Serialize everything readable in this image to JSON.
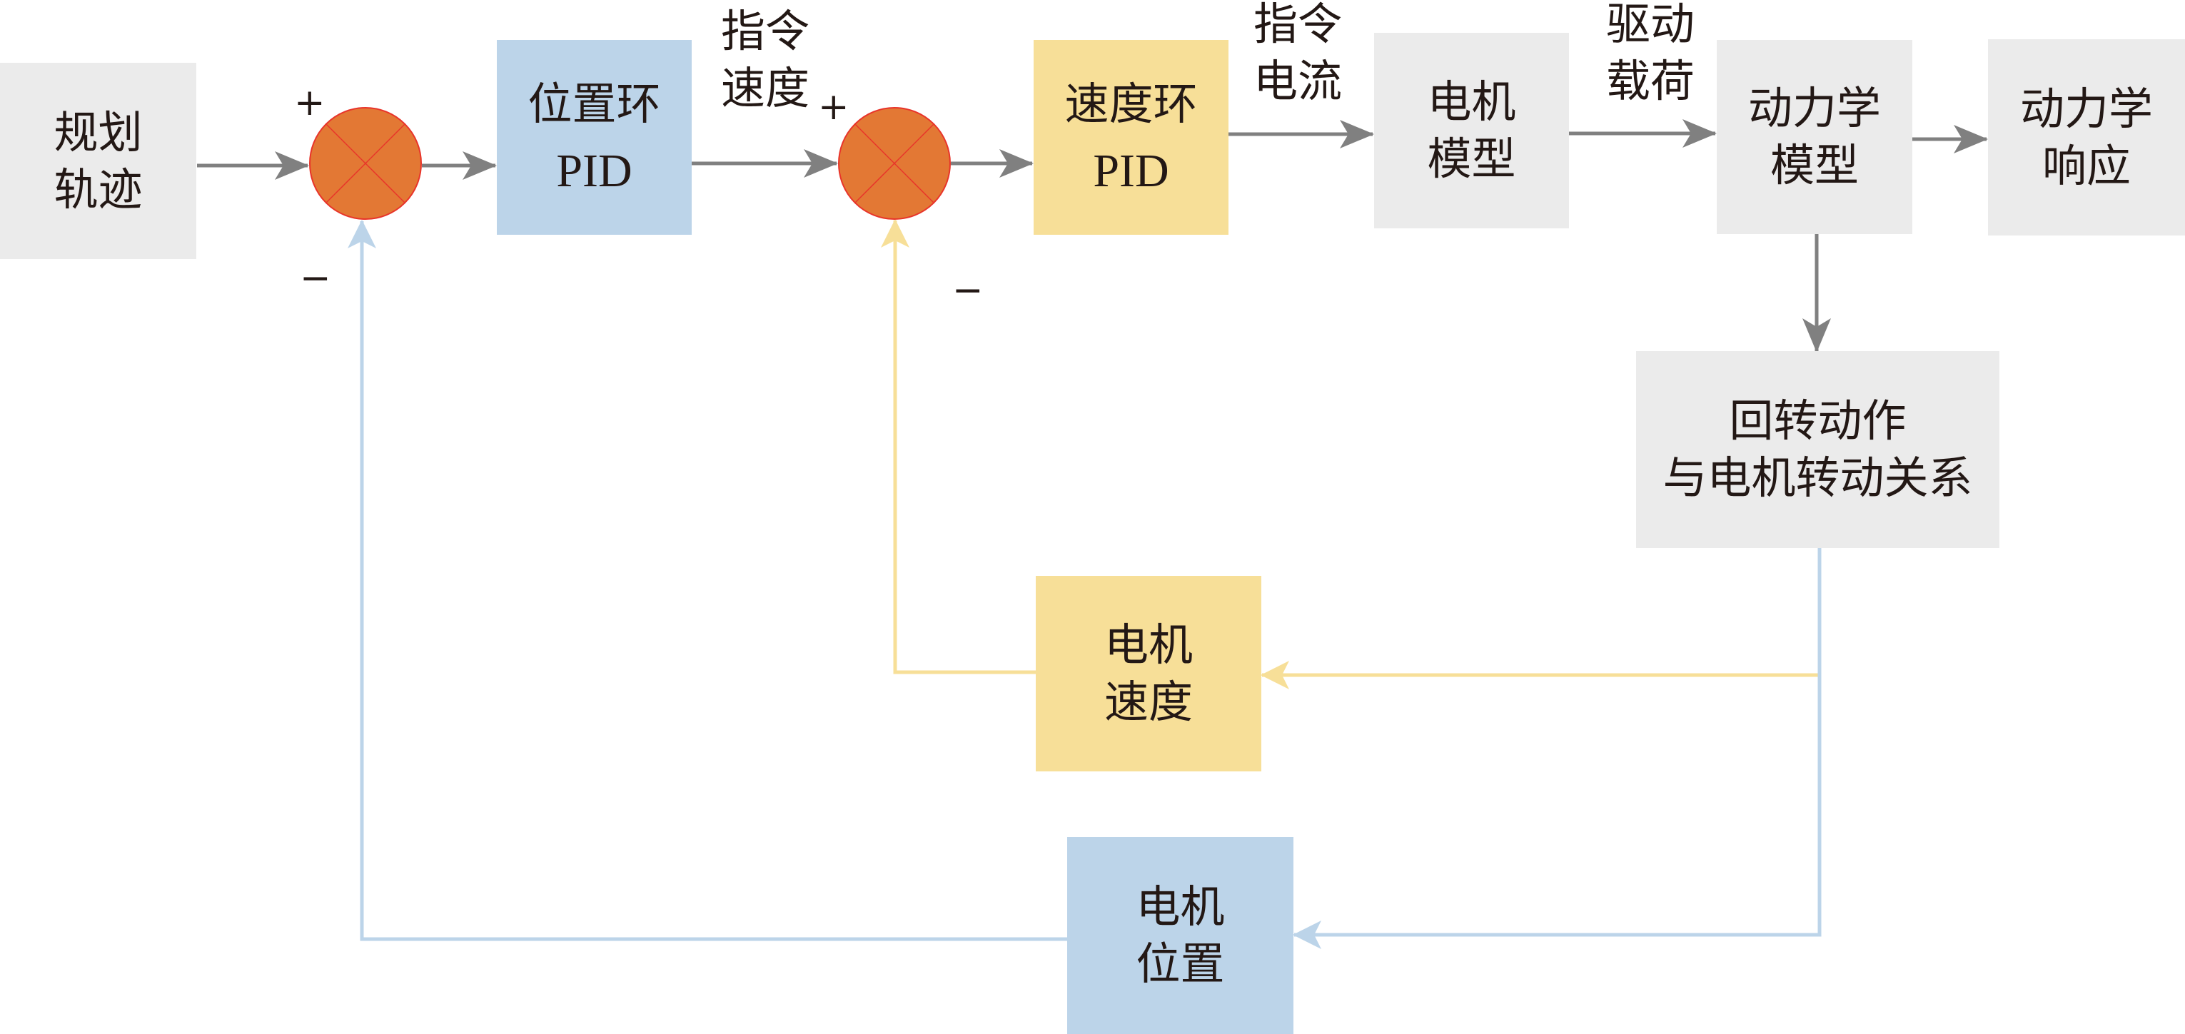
{
  "title": "回转动作电机双闭环PID控制框图",
  "colors": {
    "neutral_block": "#ebebeb",
    "position_loop": "#bcd4e9",
    "speed_loop": "#f7df98",
    "summing_junction": "#e37834",
    "summing_outline": "#e8342a",
    "forward_arrow": "#808080",
    "text": "#231815"
  },
  "blocks": {
    "planned_trajectory": {
      "line1": "规划",
      "line2": "轨迹"
    },
    "position_pid": {
      "line1": "位置环",
      "line2": "PID"
    },
    "speed_pid": {
      "line1": "速度环",
      "line2": "PID"
    },
    "motor_model": {
      "line1": "电机",
      "line2": "模型"
    },
    "dynamics_model": {
      "line1": "动力学",
      "line2": "模型"
    },
    "dynamics_response": {
      "line1": "动力学",
      "line2": "响应"
    },
    "rotation_relation": {
      "line1": "回转动作",
      "line2": "与电机转动关系"
    },
    "motor_speed": {
      "line1": "电机",
      "line2": "速度"
    },
    "motor_position": {
      "line1": "电机",
      "line2": "位置"
    }
  },
  "signals": {
    "command_speed": {
      "line1": "指令",
      "line2": "速度"
    },
    "command_current": {
      "line1": "指令",
      "line2": "电流"
    },
    "drive_load": {
      "line1": "驱动",
      "line2": "载荷"
    }
  },
  "junctions": {
    "position_sum": {
      "plus": "+",
      "minus": "−"
    },
    "speed_sum": {
      "plus": "+",
      "minus": "−"
    }
  }
}
